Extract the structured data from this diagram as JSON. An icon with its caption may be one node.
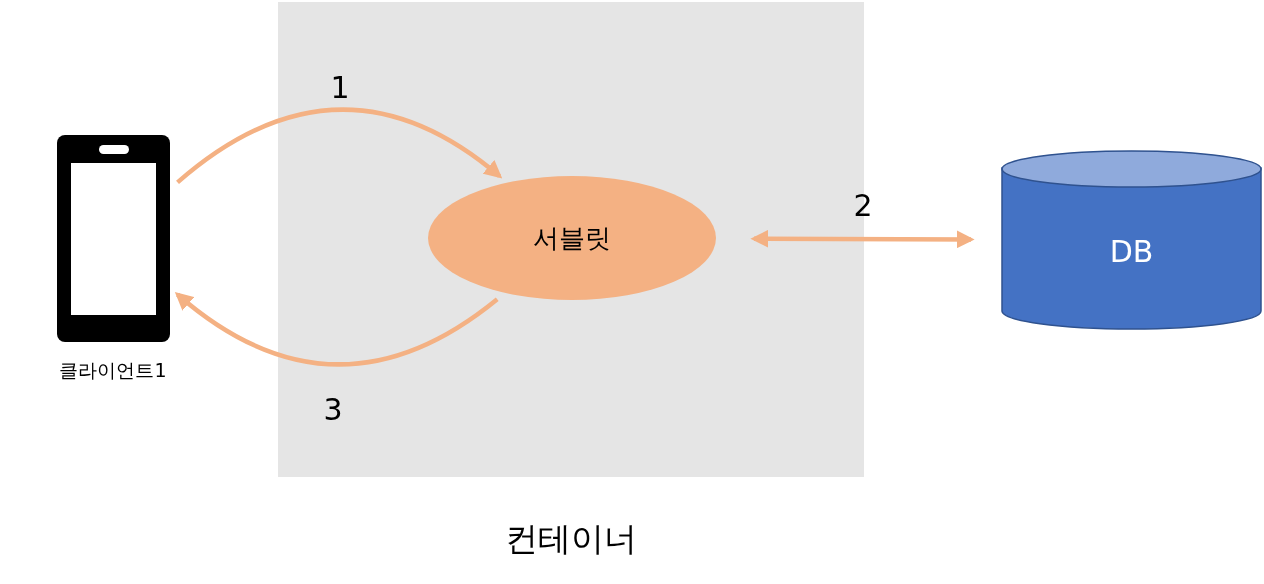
{
  "diagram": {
    "nodes": [
      {
        "text": [
          "컨테이너"
        ]
      },
      {
        "text": [
          "클라이언트1"
        ]
      },
      {
        "text": [
          "서블릿"
        ],
        "in": 0
      },
      {
        "text": [
          "DB"
        ]
      }
    ],
    "edges": [
      {
        "from": 1,
        "to": 2,
        "arrow": "to",
        "label": "1"
      },
      {
        "from": 2,
        "to": 3,
        "arrow": "both",
        "label": "2"
      },
      {
        "from": 2,
        "to": 1,
        "arrow": "to",
        "label": "3"
      }
    ]
  }
}
